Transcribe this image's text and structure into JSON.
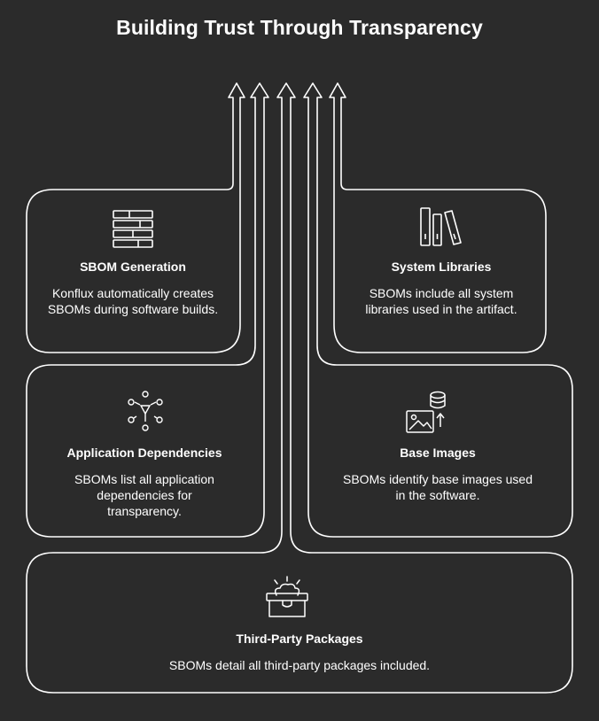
{
  "title": "Building Trust Through Transparency",
  "cards": {
    "sbom_generation": {
      "title": "SBOM Generation",
      "desc": "Konflux automatically creates SBOMs during software builds."
    },
    "system_libraries": {
      "title": "System Libraries",
      "desc": "SBOMs include all system libraries used in the artifact."
    },
    "application_dependencies": {
      "title": "Application Dependencies",
      "desc": "SBOMs list all application dependencies for transparency."
    },
    "base_images": {
      "title": "Base Images",
      "desc": "SBOMs identify base images used in the software."
    },
    "third_party_packages": {
      "title": "Third-Party Packages",
      "desc": "SBOMs detail all third-party packages included."
    }
  },
  "icons": {
    "sbom_generation": "stacked-layers-icon",
    "system_libraries": "books-icon",
    "application_dependencies": "network-nodes-icon",
    "base_images": "image-database-icon",
    "third_party_packages": "package-box-icon"
  },
  "colors": {
    "background": "#2b2b2b",
    "stroke": "#ffffff",
    "text": "#ffffff"
  }
}
